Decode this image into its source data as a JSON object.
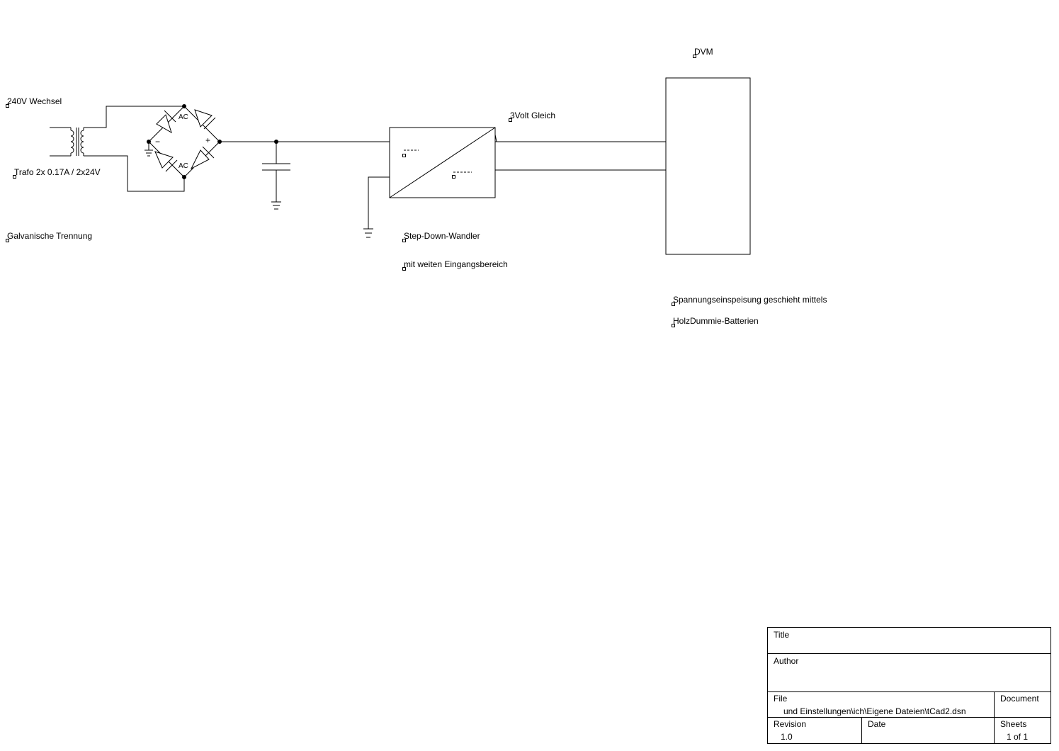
{
  "labels": {
    "ac_input": "240V Wechsel",
    "transformer": "Trafo 2x 0.17A / 2x24V",
    "isolation": "Galvanische Trennung",
    "output_voltage": "3Volt Gleich",
    "converter_name": "Step-Down-Wandler",
    "converter_note": "mit weiten Eingangsbereich",
    "meter": "DVM",
    "supply_note_1": "Spannungseinspeisung geschieht mittels",
    "supply_note_2": "HolzDummie-Batterien"
  },
  "bridge": {
    "ac_top": "AC",
    "ac_bottom": "AC",
    "minus": "−",
    "plus": "+"
  },
  "title_block": {
    "title_caption": "Title",
    "title_value": "",
    "author_caption": "Author",
    "author_value": "",
    "file_caption": "File",
    "file_value": "und Einstellungen\\ich\\Eigene Dateien\\tCad2.dsn",
    "document_caption": "Document",
    "document_value": "",
    "revision_caption": "Revision",
    "revision_value": "1.0",
    "date_caption": "Date",
    "date_value": "",
    "sheets_caption": "Sheets",
    "sheets_value": "1 of 1"
  }
}
